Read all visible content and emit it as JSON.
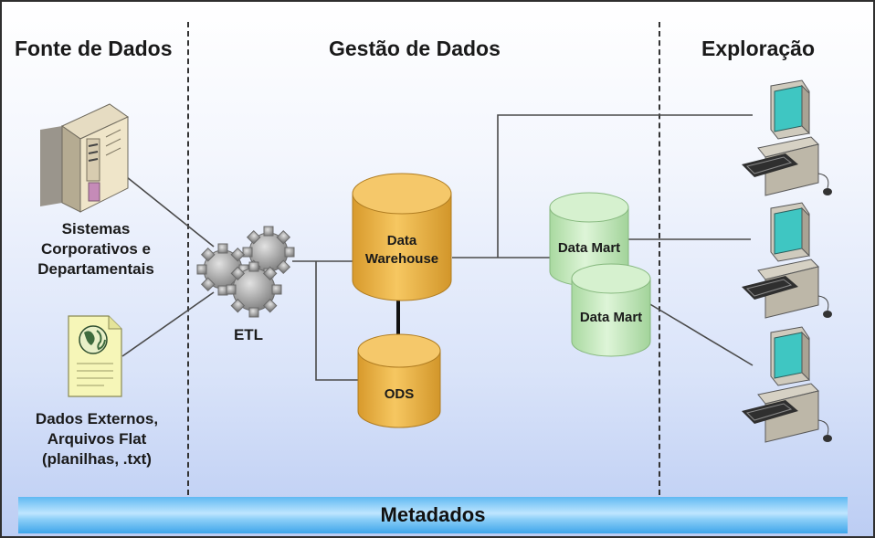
{
  "sections": {
    "source": "Fonte de Dados",
    "management": "Gestão de Dados",
    "exploration": "Exploração"
  },
  "nodes": {
    "corporate_systems": [
      "Sistemas",
      "Corporativos e",
      "Departamentais"
    ],
    "external_data": [
      "Dados Externos,",
      "Arquivos Flat",
      "(planilhas, .txt)"
    ],
    "etl": "ETL",
    "data_warehouse": [
      "Data",
      "Warehouse"
    ],
    "ods": "ODS",
    "data_mart_1": "Data Mart",
    "data_mart_2": "Data Mart"
  },
  "footer": {
    "metadata": "Metadados"
  },
  "colors": {
    "warehouse_cylinder": "#f0b94a",
    "data_mart_cylinder": "#c8ecc0",
    "metadata_bar": "#5fb9f2",
    "monitor_screen": "#3fc6c2"
  },
  "icons": [
    "server-icon",
    "document-globe-icon",
    "gears-icon",
    "computer-icon"
  ]
}
